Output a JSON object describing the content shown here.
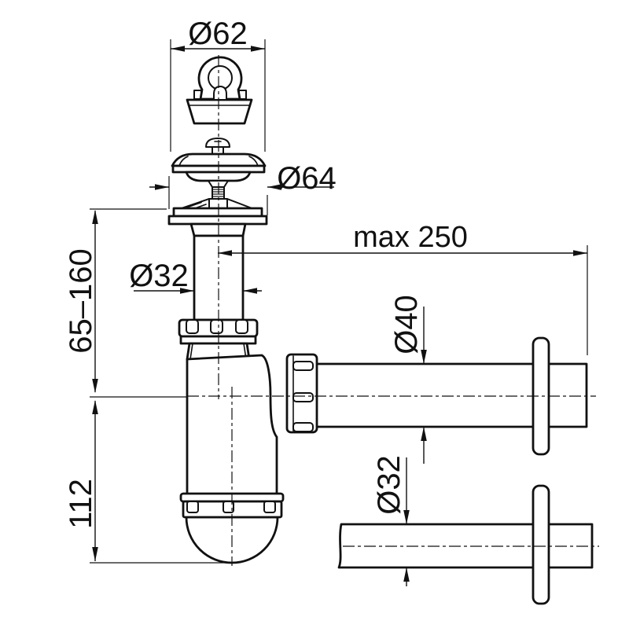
{
  "labels": {
    "plug_diameter": "Ø62",
    "flange_diameter": "Ø64",
    "max_outlet_length": "max 250",
    "inlet_pipe_diameter": "Ø32",
    "height_adjust_range": "65–160",
    "trap_depth": "112",
    "outlet_pipe_diameter": "Ø40",
    "wall_pipe_diameter": "Ø32"
  },
  "colors": {
    "line": "#111111",
    "background": "#ffffff"
  }
}
